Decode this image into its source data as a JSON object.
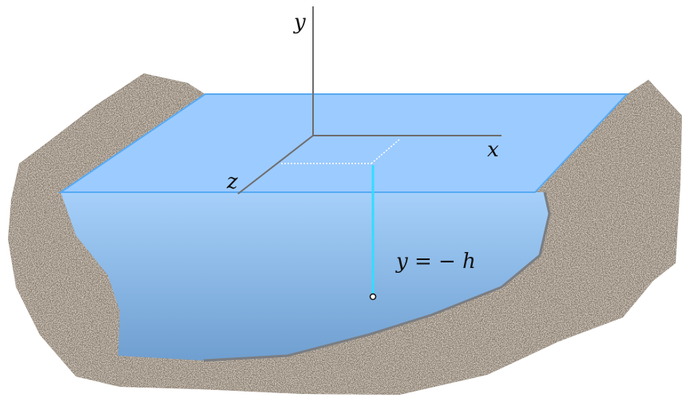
{
  "labels": {
    "y_axis": "y",
    "x_axis": "x",
    "z_axis": "z",
    "depth_equation": "y = − h"
  },
  "colors": {
    "water_surface": "#9ccbff",
    "water_body_top": "#a6d0fa",
    "water_body_bottom": "#6f9fd0",
    "surface_edge": "#58aaf3",
    "depth_line": "#33dcff",
    "axis": "#6e6e6e",
    "terrain_base": "#8d8275"
  }
}
